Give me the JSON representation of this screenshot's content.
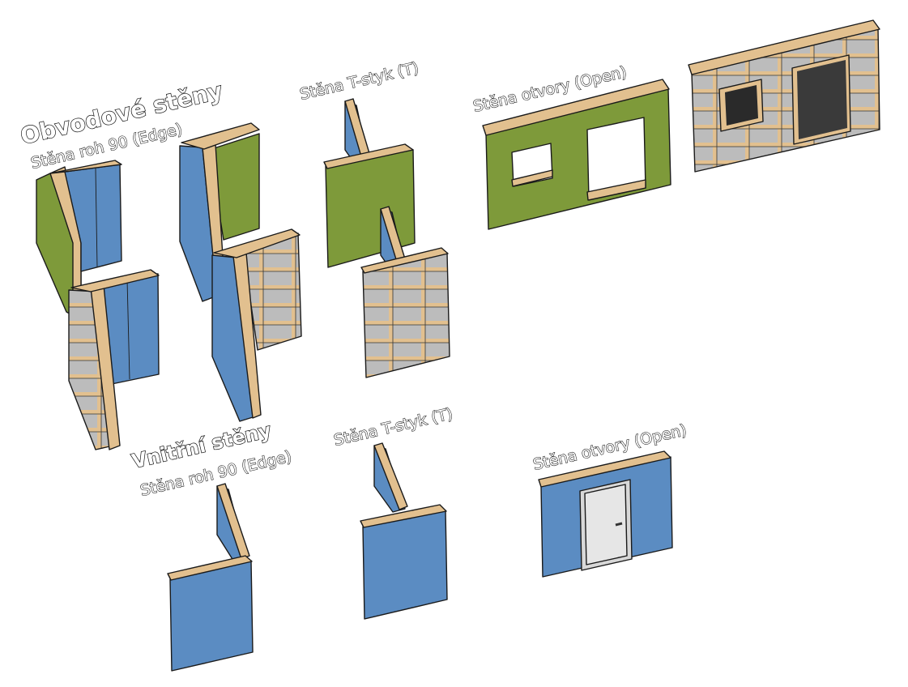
{
  "labels": {
    "exterior_title": "Obvodové stěny",
    "exterior_corner": "Stěna roh 90 (Edge)",
    "exterior_t": "Stěna T-styk (T)",
    "exterior_open": "Stěna otvory (Open)",
    "interior_title": "Vnitřní stěny",
    "interior_corner": "Stěna roh 90 (Edge)",
    "interior_t": "Stěna T-styk (T)",
    "interior_open": "Stěna otvory (Open)"
  },
  "colors": {
    "green_board": "#7e9a3a",
    "green_side": "#6a8530",
    "blue_board": "#5b8cc2",
    "blue_side": "#4a78aa",
    "timber": "#e2c08f",
    "timber_dark": "#c9a271",
    "insulation": "#b9b9b9",
    "door": "#d8d8d8",
    "glass": "#2a2a2a"
  }
}
